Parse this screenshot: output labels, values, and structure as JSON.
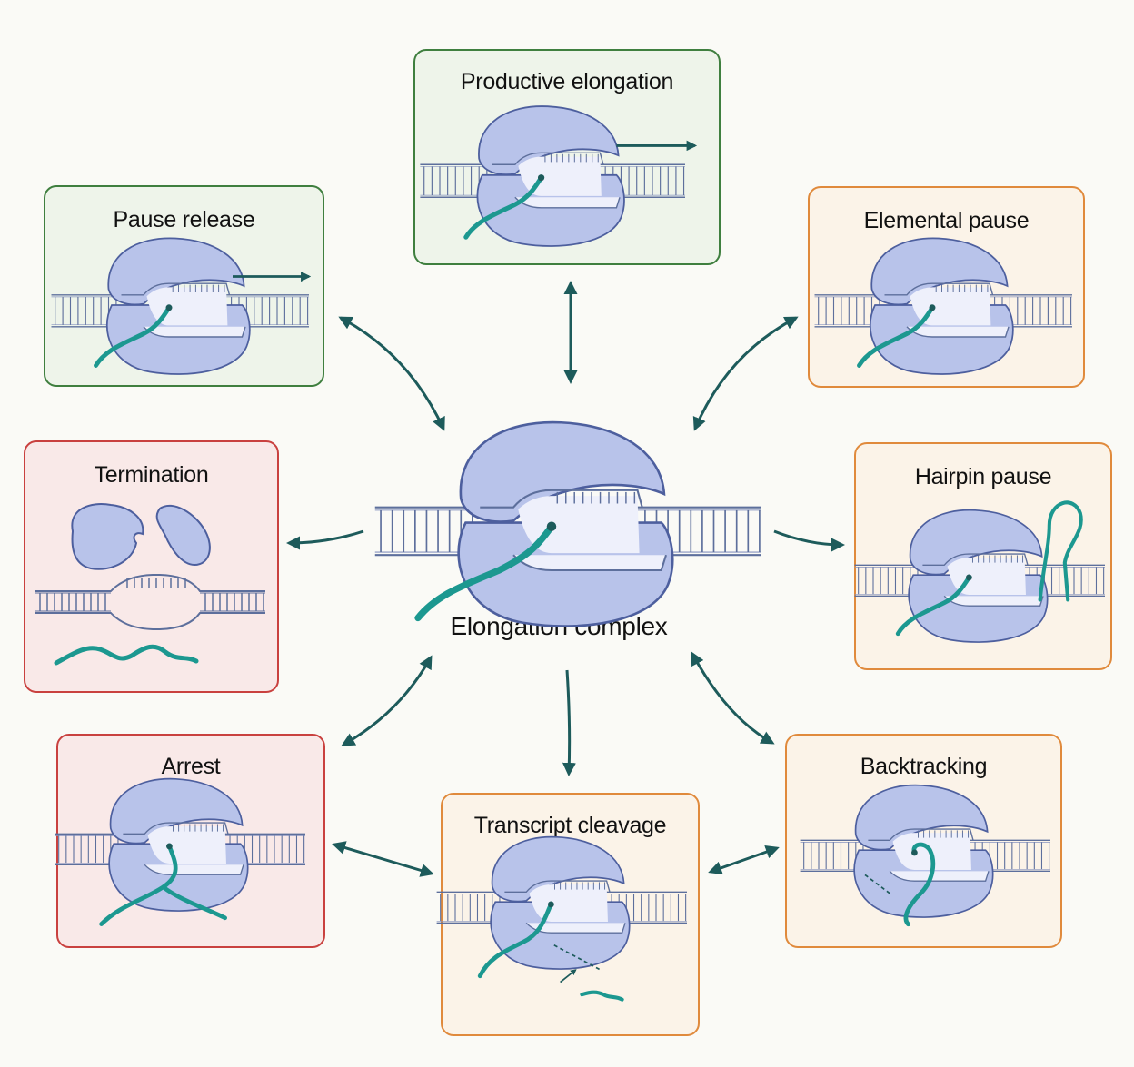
{
  "center": {
    "label": "Elongation complex"
  },
  "states": [
    {
      "id": "productive-elongation",
      "label": "Productive elongation",
      "category": "green"
    },
    {
      "id": "pause-release",
      "label": "Pause release",
      "category": "green"
    },
    {
      "id": "elemental-pause",
      "label": "Elemental pause",
      "category": "orange"
    },
    {
      "id": "termination",
      "label": "Termination",
      "category": "red"
    },
    {
      "id": "hairpin-pause",
      "label": "Hairpin pause",
      "category": "orange"
    },
    {
      "id": "arrest",
      "label": "Arrest",
      "category": "red"
    },
    {
      "id": "transcript-cleavage",
      "label": "Transcript cleavage",
      "category": "orange"
    },
    {
      "id": "backtracking",
      "label": "Backtracking",
      "category": "orange"
    }
  ],
  "colors": {
    "polymerase": "#b8c3ea",
    "polymerase_outline": "#4d5f9e",
    "rna": "#1c9890",
    "arrow": "#1d5b5b",
    "green": "#3f7f3f",
    "orange": "#e08a3c",
    "red": "#c9413f"
  }
}
